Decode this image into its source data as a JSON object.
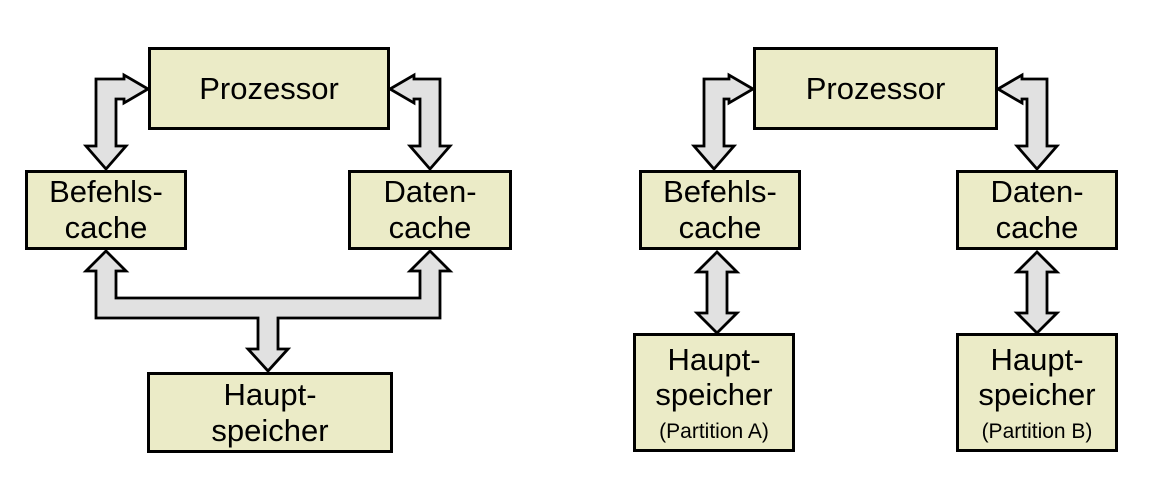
{
  "colors": {
    "background": "#ffffff",
    "box_fill": "#ebebc7",
    "box_border": "#000000",
    "arrow_fill": "#e1e1e1",
    "arrow_outline": "#000000",
    "text": "#000000"
  },
  "diagrams": {
    "left": {
      "processor": "Prozessor",
      "instruction_cache": "Befehls-\ncache",
      "data_cache": "Daten-\ncache",
      "main_memory": "Haupt-\nspeicher"
    },
    "right": {
      "processor": "Prozessor",
      "instruction_cache": "Befehls-\ncache",
      "data_cache": "Daten-\ncache",
      "main_memory_a": "Haupt-\nspeicher",
      "main_memory_a_partition": "(Partition A)",
      "main_memory_b": "Haupt-\nspeicher",
      "main_memory_b_partition": "(Partition B)"
    }
  }
}
